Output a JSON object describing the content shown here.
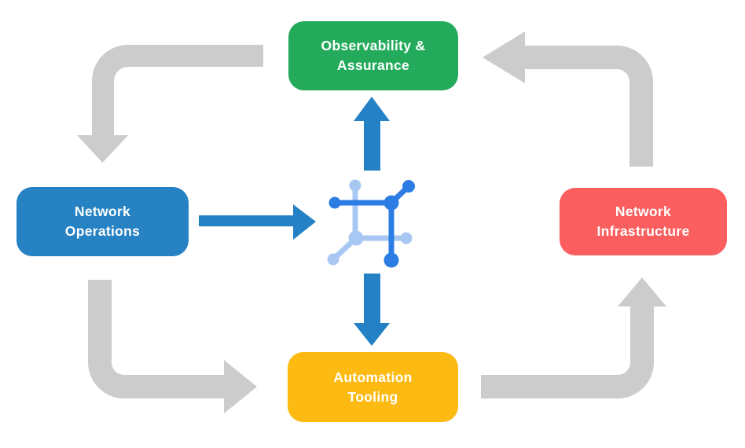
{
  "colors": {
    "background": "#FFFFFF",
    "node_observability": "#23AB5B",
    "node_operations": "#2782C3",
    "node_infrastructure": "#FA5E5E",
    "node_automation": "#FCBA12",
    "flow_arrow": "#CCCCCC",
    "data_arrow": "#2481C5",
    "icon_primary": "#2B7CE3",
    "icon_secondary": "#A8C8F3",
    "node_text": "#FFFFFF"
  },
  "nodes": {
    "observability": {
      "line1": "Observability &",
      "line2": "Assurance"
    },
    "operations": {
      "line1": "Network",
      "line2": "Operations"
    },
    "infrastructure": {
      "line1": "Network",
      "line2": "Infrastructure"
    },
    "automation": {
      "line1": "Automation",
      "line2": "Tooling"
    }
  },
  "icons": {
    "center": "network-mesh-icon"
  }
}
